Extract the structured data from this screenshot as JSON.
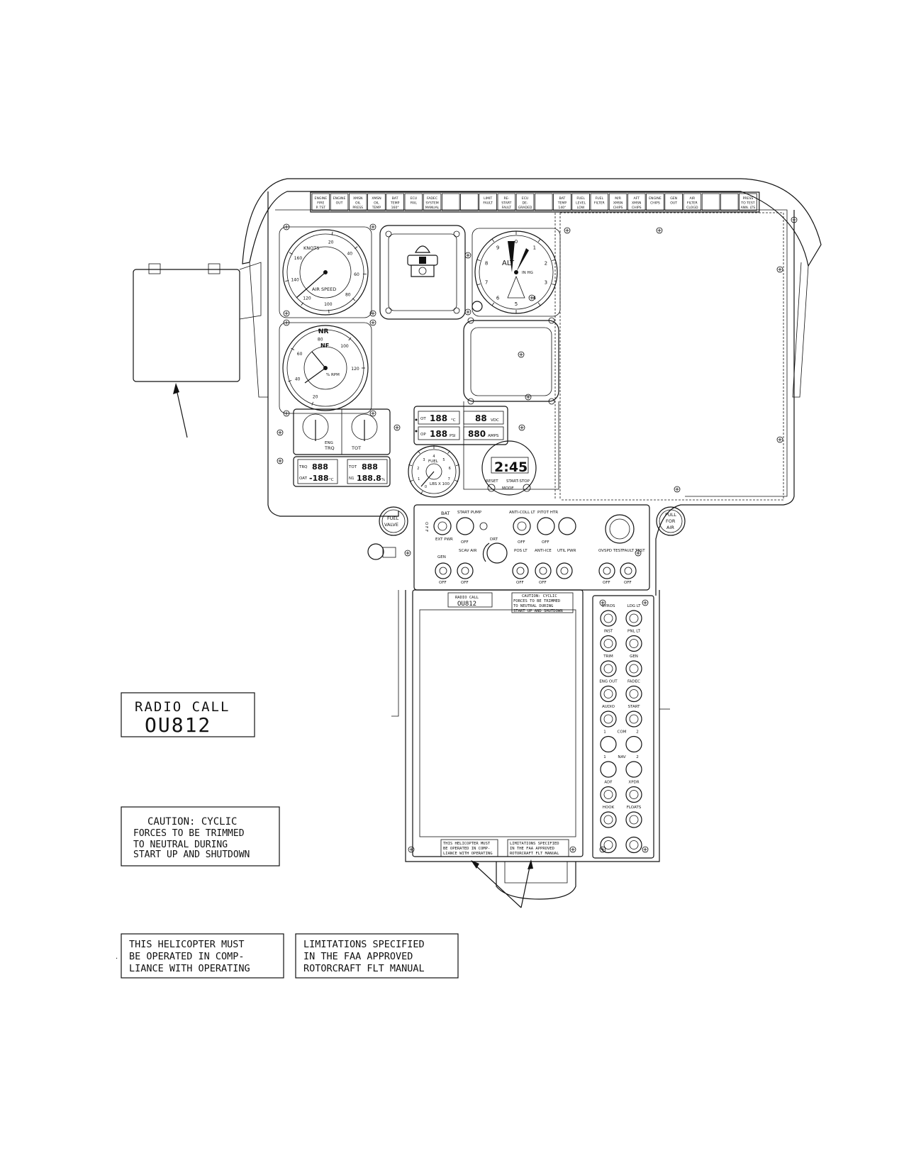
{
  "annunciator": {
    "cells": [
      [
        "ENGINE",
        "FIRE",
        "P. TST"
      ],
      [
        "ENGINE",
        "OUT"
      ],
      [
        "XMSN",
        "OIL",
        "PRESS"
      ],
      [
        "XMSN",
        "OIL",
        "TEMP"
      ],
      [
        "BAT",
        "TEMP",
        "160°"
      ],
      [
        "ECU",
        "FAIL"
      ],
      [
        "FADEC",
        "SYSTEM",
        "MANUAL"
      ],
      [],
      [],
      [
        "LIMIT",
        "FAULT"
      ],
      [
        "RE-",
        "START",
        "FAULT"
      ],
      [
        "ECU",
        "DE-",
        "GRADED"
      ],
      [],
      [
        "BAT",
        "TEMP",
        "140°"
      ],
      [
        "FUEL",
        "LEVEL",
        "LOW"
      ],
      [
        "FUEL",
        "FILTER"
      ],
      [
        "M/R",
        "XMSN",
        "CHIPS"
      ],
      [
        "AFT",
        "XMSN",
        "CHIPS"
      ],
      [
        "ENGINE",
        "CHIPS"
      ],
      [
        "GEN",
        "OUT"
      ],
      [
        "AIR",
        "FILTER",
        "CLOGD"
      ],
      [],
      [],
      [
        "PRESS",
        "TO TEST",
        "ANN. LTS"
      ]
    ]
  },
  "airspeed": {
    "title": "KNOTS",
    "label": "AIR SPEED",
    "ticks": [
      "20",
      "40",
      "60",
      "80",
      "100",
      "120",
      "140",
      "160"
    ]
  },
  "altimeter": {
    "label": "ALT",
    "subscale": "IN HG",
    "ticks": [
      "0",
      "1",
      "2",
      "3",
      "4",
      "5",
      "6",
      "7",
      "8",
      "9"
    ]
  },
  "rotor": {
    "nr": "NR",
    "nf": "NF",
    "unit": "% RPM",
    "ticks": [
      "20",
      "40",
      "60",
      "80",
      "100",
      "120"
    ]
  },
  "trq_tot": {
    "left_label": "TRQ",
    "left_sub": "ENG",
    "right_label": "TOT"
  },
  "digital_small": {
    "ot": "OT",
    "op": "OP",
    "ot_unit": "°C",
    "op_unit": "PSI",
    "volt_unit": "VDC",
    "amp_unit": "AMPS",
    "digits": "188",
    "digits2": "88",
    "digits3": "880"
  },
  "trq_displays": {
    "trq": "TRQ",
    "oat": "OAT",
    "tot": "TOT",
    "n1": "N1",
    "d1": "888",
    "d2": "-188",
    "d3": "888",
    "d4": "188.8",
    "unit_c": "°C",
    "unit_pct": "%"
  },
  "fuel_gauge": {
    "label": "FUEL",
    "sub": "LBS X 100",
    "ticks": [
      "0",
      "1",
      "2",
      "3",
      "4",
      "5",
      "6",
      "7"
    ]
  },
  "clock": {
    "time": "2:45",
    "reset": "RESET",
    "start_stop": "START-STOP",
    "mode": "MODE"
  },
  "switch_panel": {
    "bat": "BAT",
    "off": "O F F",
    "ext_pwr": "EXT PWR",
    "start_pump": "START PUMP",
    "anti_coll": "ANTI-COLL LT",
    "pitot_htr": "PITOT HTR",
    "drt": "DRT",
    "gen": "GEN",
    "scav_air": "SCAV AIR",
    "pos_lt": "POS LT",
    "anti_ice": "ANTI-ICE",
    "util_pwr": "UTIL PWR",
    "ovspd_test": "OVSPD TEST",
    "fault_test": "FAULT TEST",
    "off_label": "OFF"
  },
  "fuel_valve": [
    "FUEL",
    "VALVE"
  ],
  "pull_for_air": [
    "PULL",
    "FOR",
    "AIR"
  ],
  "breakers": [
    "GYROS",
    "LDG LT",
    "INST",
    "PNL LT",
    "TRIM",
    "GEN",
    "ENG OUT",
    "FADEC",
    "AUDIO",
    "START",
    "1",
    "COM",
    "2",
    "1",
    "NAV",
    "2",
    "ADF",
    "XPDR",
    "HOOK",
    "FLOATS"
  ],
  "placards": {
    "radio_call_title": "RADIO CALL",
    "radio_call_id": "OU812",
    "caution": [
      "CAUTION: CYCLIC",
      "FORCES TO BE TRIMMED",
      "TO NEUTRAL DURING",
      "START UP AND SHUTDOWN"
    ],
    "helicopter": [
      "THIS HELICOPTER MUST",
      "BE OPERATED IN COMP-",
      "LIANCE WITH OPERATING"
    ],
    "limitations": [
      "LIMITATIONS SPECIFIED",
      "IN THE FAA APPROVED",
      "ROTORCRAFT FLT MANUAL"
    ],
    "period": "."
  }
}
